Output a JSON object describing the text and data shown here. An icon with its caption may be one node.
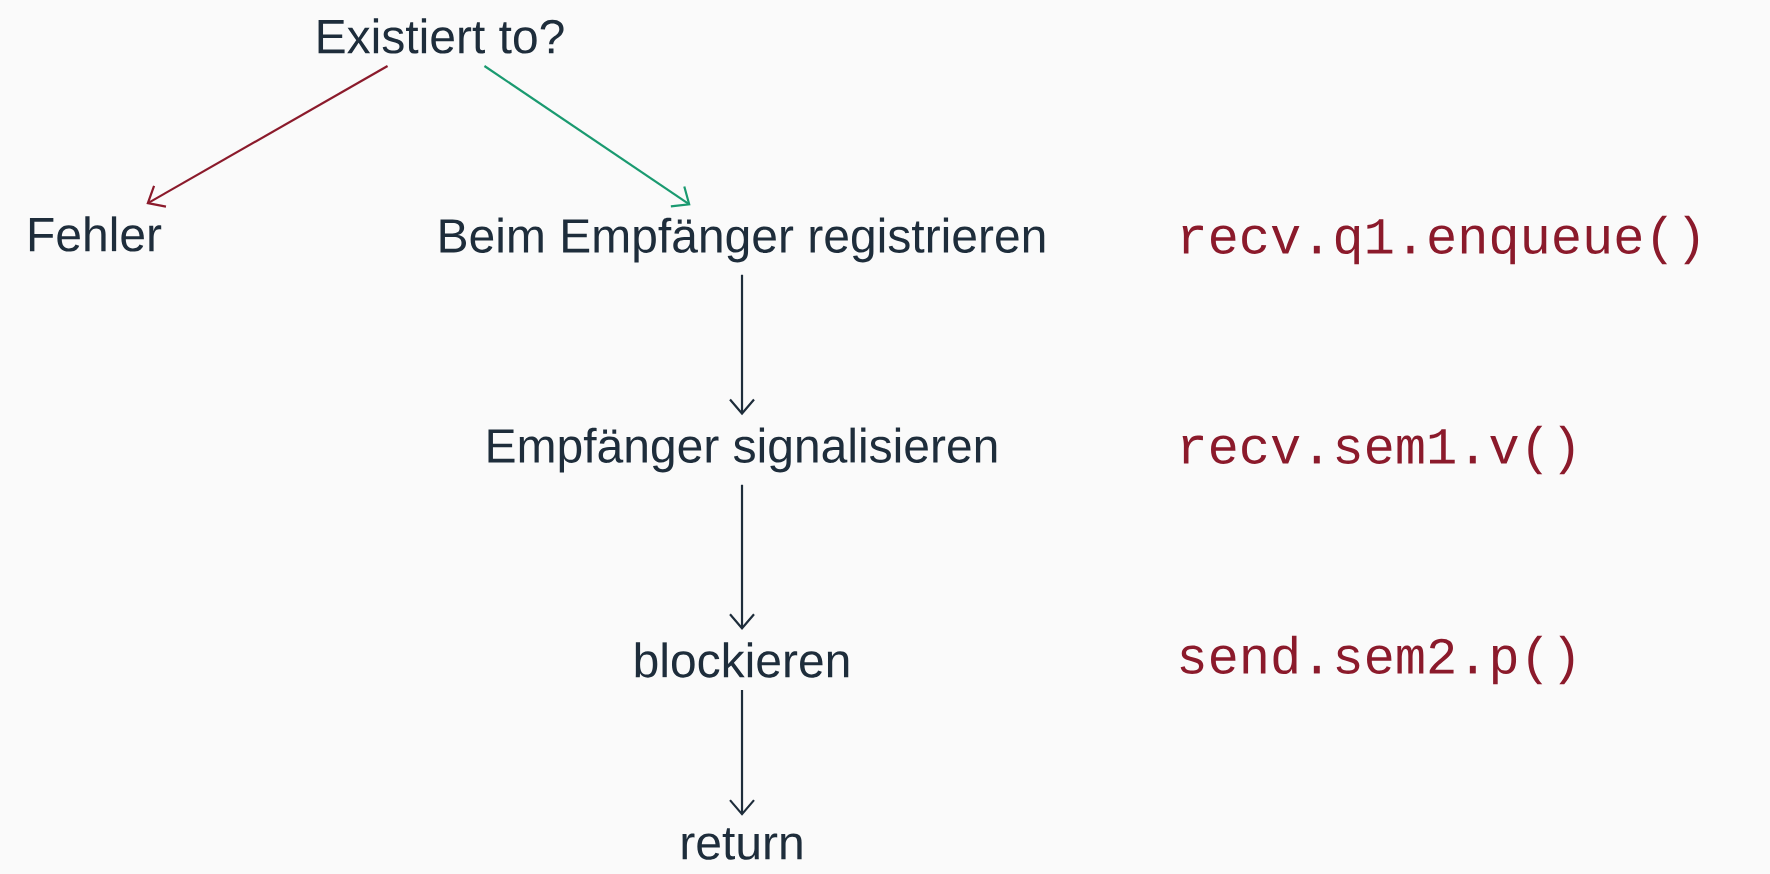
{
  "diagram": {
    "nodes": [
      {
        "text": [
          "Existiert to?"
        ]
      },
      {
        "text": [
          "Fehler"
        ]
      },
      {
        "text": [
          "Beim Empfänger registrieren"
        ]
      },
      {
        "text": [
          "Empfänger signalisieren"
        ]
      },
      {
        "text": [
          "blockieren"
        ]
      },
      {
        "text": [
          "return"
        ]
      }
    ],
    "edges": [
      {
        "from": 0,
        "to": 1,
        "arrow": "to",
        "color": "#8b1a2b"
      },
      {
        "from": 0,
        "to": 2,
        "arrow": "to",
        "color": "#1a9a70"
      },
      {
        "from": 2,
        "to": 3,
        "arrow": "to"
      },
      {
        "from": 3,
        "to": 4,
        "arrow": "to"
      },
      {
        "from": 4,
        "to": 5,
        "arrow": "to"
      }
    ],
    "labels": [
      "recv.q1.enqueue()",
      "recv.sem1.v()",
      "send.sem2.p()"
    ]
  }
}
